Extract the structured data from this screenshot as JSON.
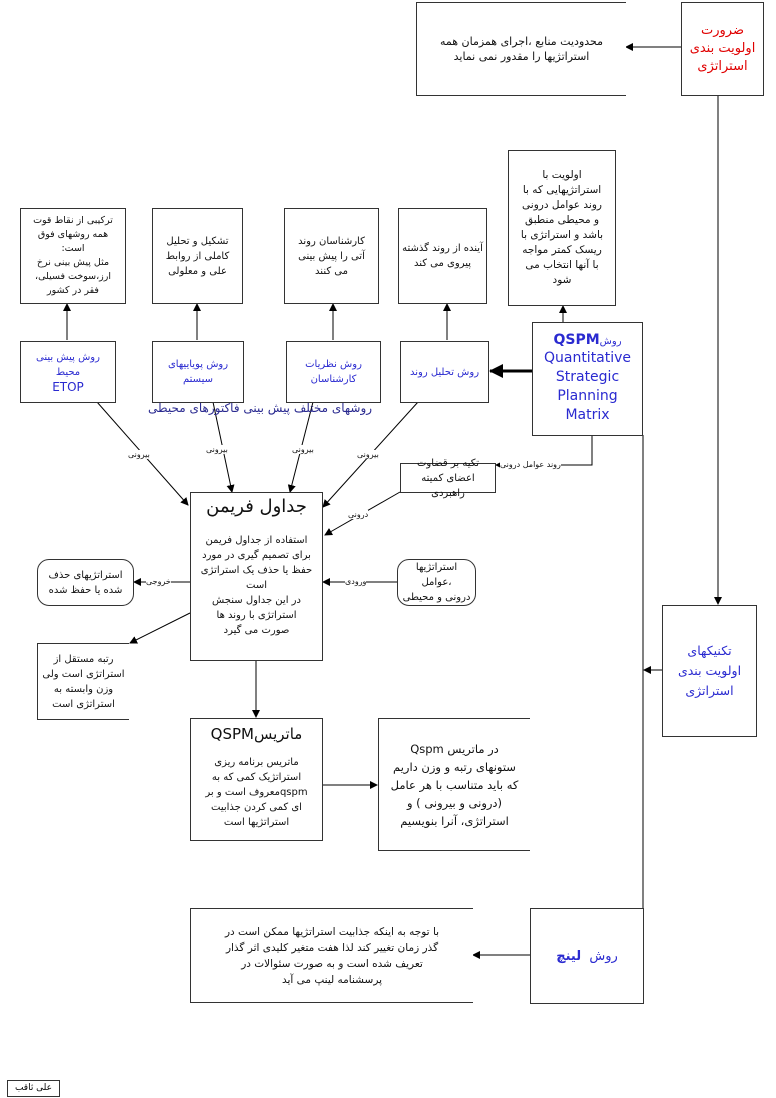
{
  "top": {
    "necessity": [
      "ضرورت",
      "اولویت بندی",
      "استراتژی"
    ],
    "constraint": [
      "محدودیت منابع ،اجرای همزمان همه",
      "استراتژیها را مقدور نمی نماید"
    ]
  },
  "qspm_desc": [
    "اولویت با",
    "استراتژیهایی که با",
    "روند عوامل درونی",
    "و محیطی منطبق",
    "باشد و استراتژی با",
    "ریسک کمتر مواجه",
    "با آنها انتخاب می",
    "شود"
  ],
  "descriptions": [
    [
      "ترکیبی از نقاط قوت",
      "همه روشهای فوق",
      "است:",
      "مثل پیش بینی نرخ",
      "ارز،سوخت فسیلی،",
      "فقر در کشور"
    ],
    [
      "تشکیل و تحلیل",
      "کاملی از روابط",
      "علی و معلولی"
    ],
    [
      "کارشناسان روند",
      "آتی را پیش بینی",
      "می کنند"
    ],
    [
      "آینده از روند گذشته",
      "پیروی می کند"
    ]
  ],
  "methods": [
    [
      "روش پیش بینی",
      "محیط",
      "ETOP"
    ],
    [
      "روش پویاییهای",
      "سیستم"
    ],
    [
      "روش نظریات",
      "کارشناسان"
    ],
    [
      "روش تحلیل روند"
    ]
  ],
  "qspm_method": {
    "prefix": "روش",
    "acronym": "QSPM",
    "english": [
      "Quantitative",
      "Strategic",
      "Planning",
      "Matrix"
    ]
  },
  "methods_caption": "روشهای مختلف پیش بینی فاکتورهای محیطی",
  "edge_labels": {
    "external": "بیرونی",
    "internal": "درونی",
    "internal_trend": "روند عوامل درونی",
    "output": "خروجی",
    "input": "ورودی"
  },
  "committee": [
    "تکیه بر قضاوت",
    "اعضای کمیته",
    "راهبردی"
  ],
  "freeman": {
    "title": "جداول فریمن",
    "body": [
      "استفاده از جداول فریمن",
      "برای تصمیم گیری در مورد",
      "حفظ یا حذف یک استراتژی",
      "است",
      "در این جداول سنجش",
      "استراتژی با روند ها",
      "صورت می گیرد"
    ]
  },
  "removed": [
    "استراتژیهای حذف",
    "شده یا حفظ شده"
  ],
  "inputs": [
    "استراتژیها ،عوامل",
    "درونی و محیطی"
  ],
  "rank": [
    "رتبه مستقل از",
    "استراتژی است ولی",
    "وزن وابسته به",
    "استراتژی است"
  ],
  "qspm_matrix": {
    "title": "ماتریسQSPM",
    "body": [
      "ماتریس برنامه ریزی",
      "استراتژیک کمی که به",
      "qspmمعروف است و بر",
      "ای کمی کردن جذابیت",
      "استراتژیها   است"
    ]
  },
  "qspm_note": [
    "در ماتریس  Qspm",
    "ستونهای رتبه و وزن داریم",
    "که باید متناسب با هر عامل",
    "(درونی و بیرونی ) و",
    "استراتژی، آنرا بنویسیم"
  ],
  "techniques": [
    "تکنیکهای",
    "اولویت بندی",
    "استراتژی"
  ],
  "linch": {
    "prefix": "روش",
    "name": "لینچ"
  },
  "linch_desc": [
    "با توجه به اینکه جذابیت استراتژیها ممکن است در",
    "گذر زمان تغییر کند لذا هفت متغیر کلیدی اثر گذار",
    "تعریف شده است و به صورت سئوالات در",
    "پرسشنامه لینپ می آید"
  ],
  "author": "علی ثاقب",
  "colors": {
    "blue": "#2a2ad0",
    "red": "#e00000"
  }
}
